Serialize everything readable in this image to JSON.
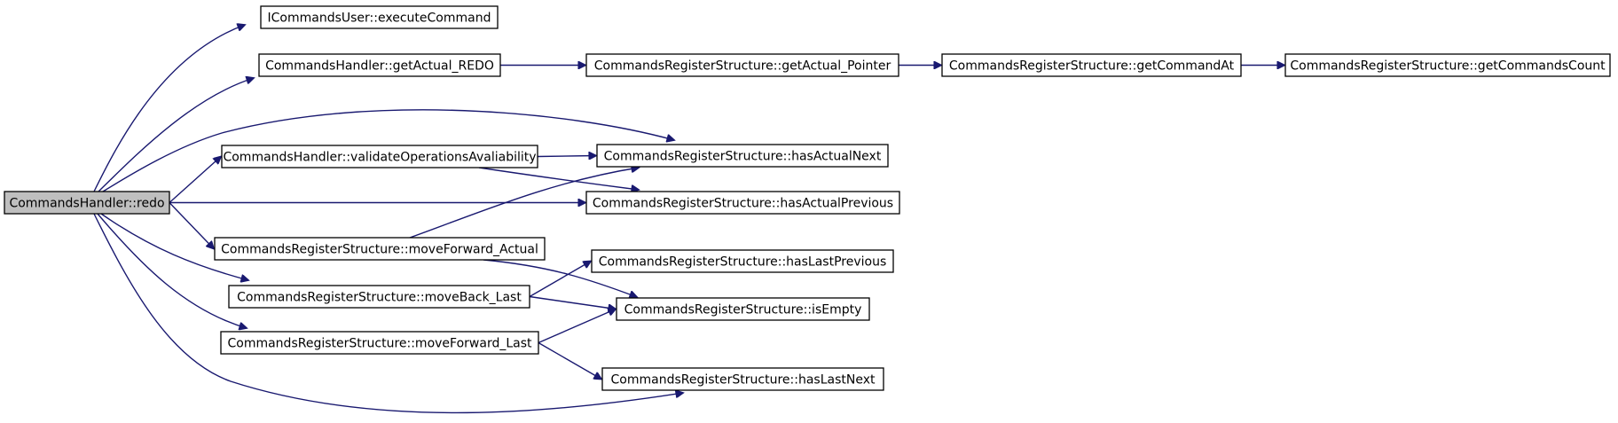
{
  "colors": {
    "edge": "#191970",
    "node_border": "#000000",
    "node_fill": "#ffffff",
    "root_fill": "#bfbfbf"
  },
  "nodes": [
    {
      "id": "redo",
      "label": "CommandsHandler::redo",
      "root": true
    },
    {
      "id": "execute",
      "label": "ICommandsUser::executeCommand"
    },
    {
      "id": "getActualRedo",
      "label": "CommandsHandler::getActual_REDO"
    },
    {
      "id": "getActualPointer",
      "label": "CommandsRegisterStructure::getActual_Pointer"
    },
    {
      "id": "getCommandAt",
      "label": "CommandsRegisterStructure::getCommandAt"
    },
    {
      "id": "getCommandsCount",
      "label": "CommandsRegisterStructure::getCommandsCount"
    },
    {
      "id": "validate",
      "label": "CommandsHandler::validateOperationsAvaliability"
    },
    {
      "id": "hasActualNext",
      "label": "CommandsRegisterStructure::hasActualNext"
    },
    {
      "id": "hasActualPrevious",
      "label": "CommandsRegisterStructure::hasActualPrevious"
    },
    {
      "id": "moveForwardActual",
      "label": "CommandsRegisterStructure::moveForward_Actual"
    },
    {
      "id": "hasLastPrevious",
      "label": "CommandsRegisterStructure::hasLastPrevious"
    },
    {
      "id": "moveBackLast",
      "label": "CommandsRegisterStructure::moveBack_Last"
    },
    {
      "id": "isEmpty",
      "label": "CommandsRegisterStructure::isEmpty"
    },
    {
      "id": "moveForwardLast",
      "label": "CommandsRegisterStructure::moveForward_Last"
    },
    {
      "id": "hasLastNext",
      "label": "CommandsRegisterStructure::hasLastNext"
    }
  ],
  "edges": [
    {
      "from": "redo",
      "to": "execute"
    },
    {
      "from": "redo",
      "to": "getActualRedo"
    },
    {
      "from": "redo",
      "to": "hasActualNext"
    },
    {
      "from": "redo",
      "to": "validate"
    },
    {
      "from": "redo",
      "to": "hasActualPrevious"
    },
    {
      "from": "redo",
      "to": "moveForwardActual"
    },
    {
      "from": "redo",
      "to": "moveBackLast"
    },
    {
      "from": "redo",
      "to": "moveForwardLast"
    },
    {
      "from": "redo",
      "to": "hasLastNext"
    },
    {
      "from": "getActualRedo",
      "to": "getActualPointer"
    },
    {
      "from": "getActualPointer",
      "to": "getCommandAt"
    },
    {
      "from": "getCommandAt",
      "to": "getCommandsCount"
    },
    {
      "from": "validate",
      "to": "hasActualNext"
    },
    {
      "from": "validate",
      "to": "hasActualPrevious"
    },
    {
      "from": "moveForwardActual",
      "to": "hasActualNext"
    },
    {
      "from": "moveForwardActual",
      "to": "isEmpty"
    },
    {
      "from": "moveBackLast",
      "to": "hasLastPrevious"
    },
    {
      "from": "moveBackLast",
      "to": "isEmpty"
    },
    {
      "from": "moveForwardLast",
      "to": "isEmpty"
    },
    {
      "from": "moveForwardLast",
      "to": "hasLastNext"
    }
  ]
}
